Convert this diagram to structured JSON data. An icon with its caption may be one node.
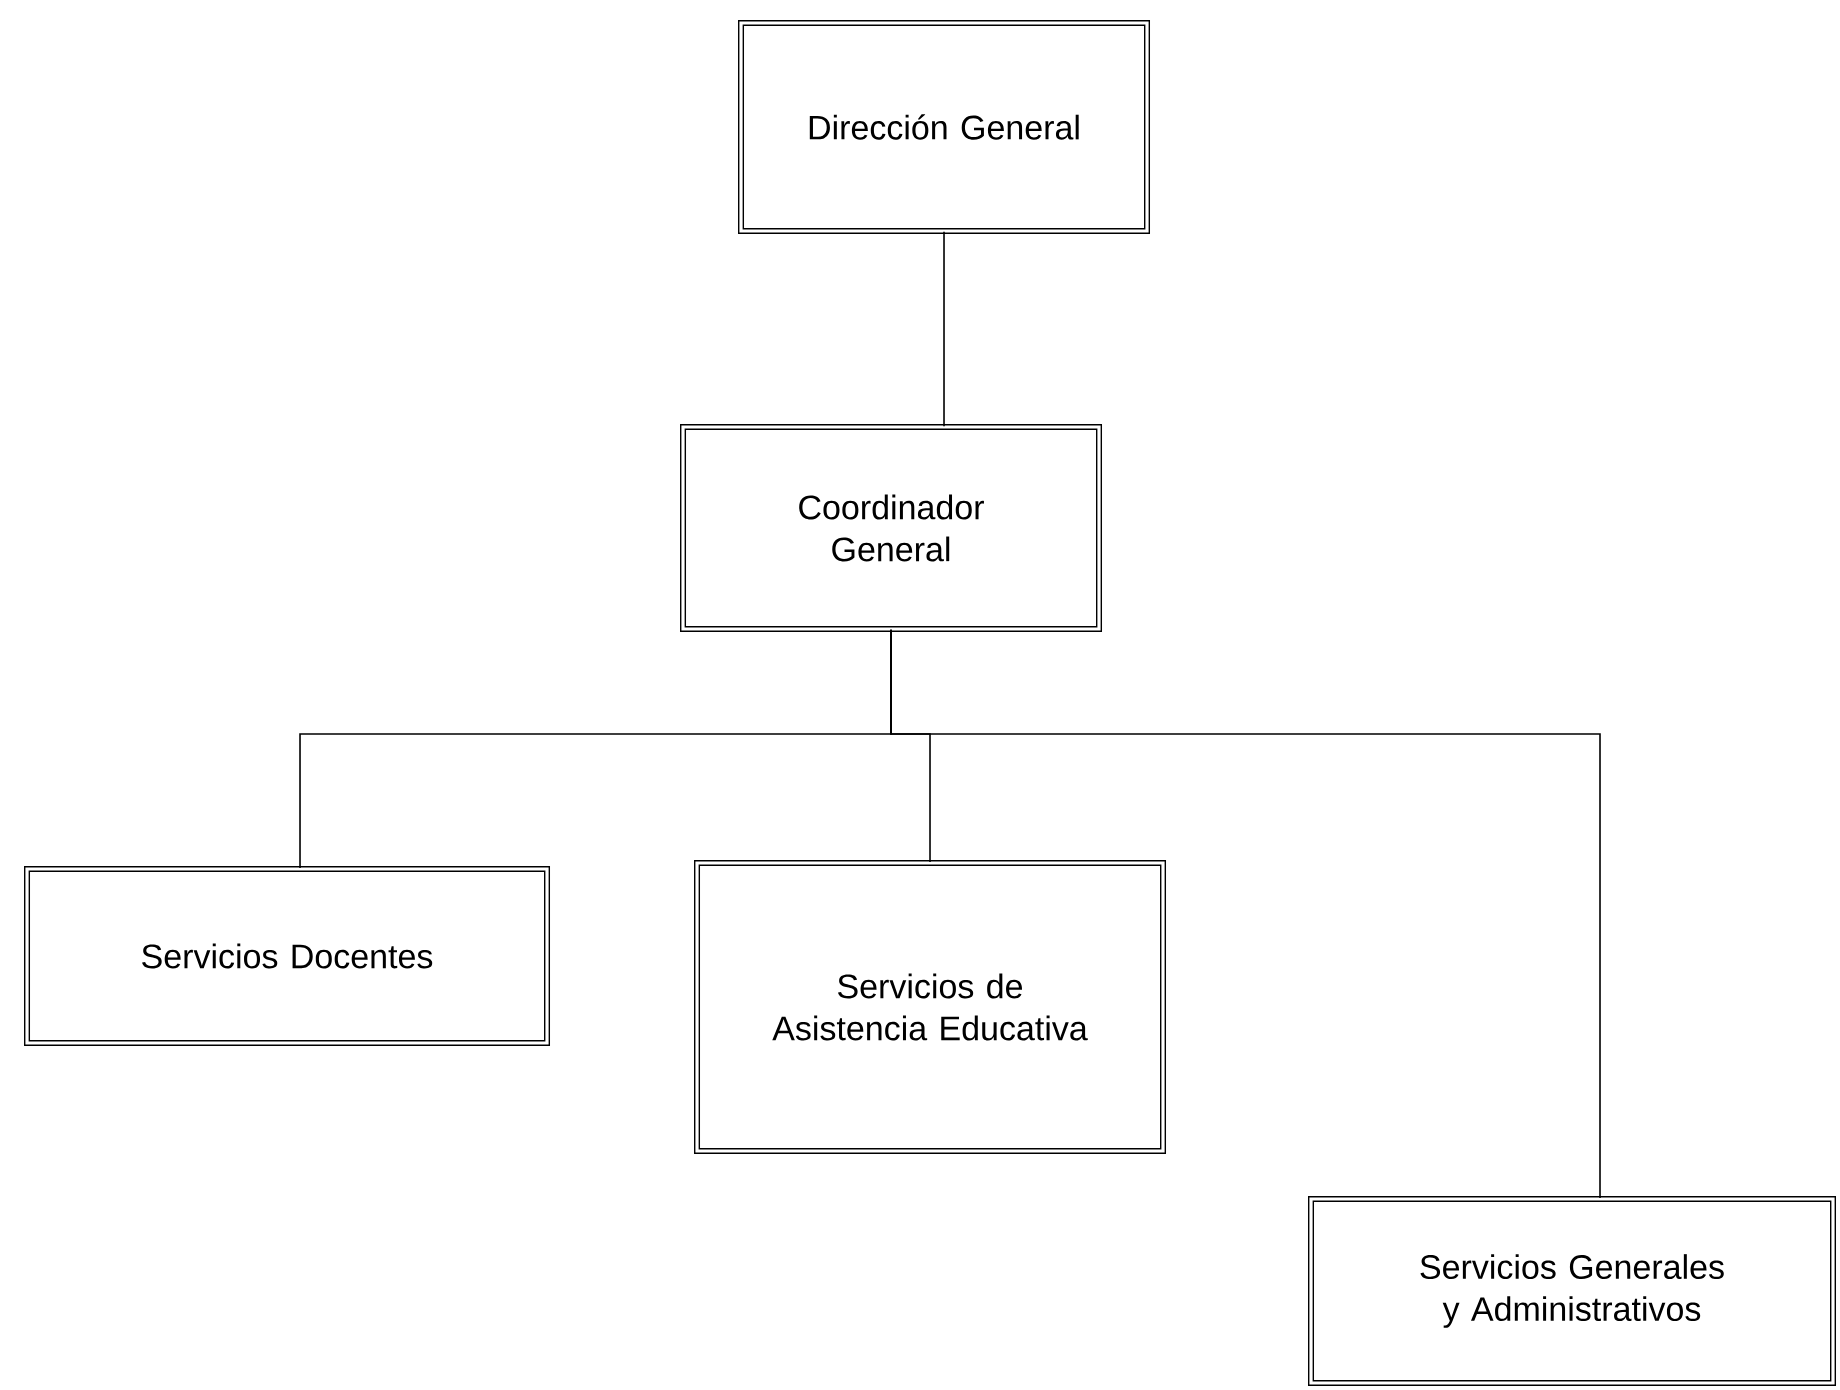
{
  "diagram": {
    "nodes": [
      {
        "text": [
          "Dirección General"
        ]
      },
      {
        "text": [
          "Coordinador General"
        ]
      },
      {
        "text": [
          "Servicios Docentes"
        ]
      },
      {
        "text": [
          "Servicios de Asistencia Educativa"
        ]
      },
      {
        "text": [
          "Servicios Generales y Administrativos"
        ]
      }
    ],
    "edges": [
      {
        "from": 0,
        "to": 1,
        "arrow": "none"
      },
      {
        "from": 1,
        "to": 2,
        "arrow": "none"
      },
      {
        "from": 1,
        "to": 3,
        "arrow": "none"
      },
      {
        "from": 1,
        "to": 4,
        "arrow": "none"
      }
    ]
  }
}
